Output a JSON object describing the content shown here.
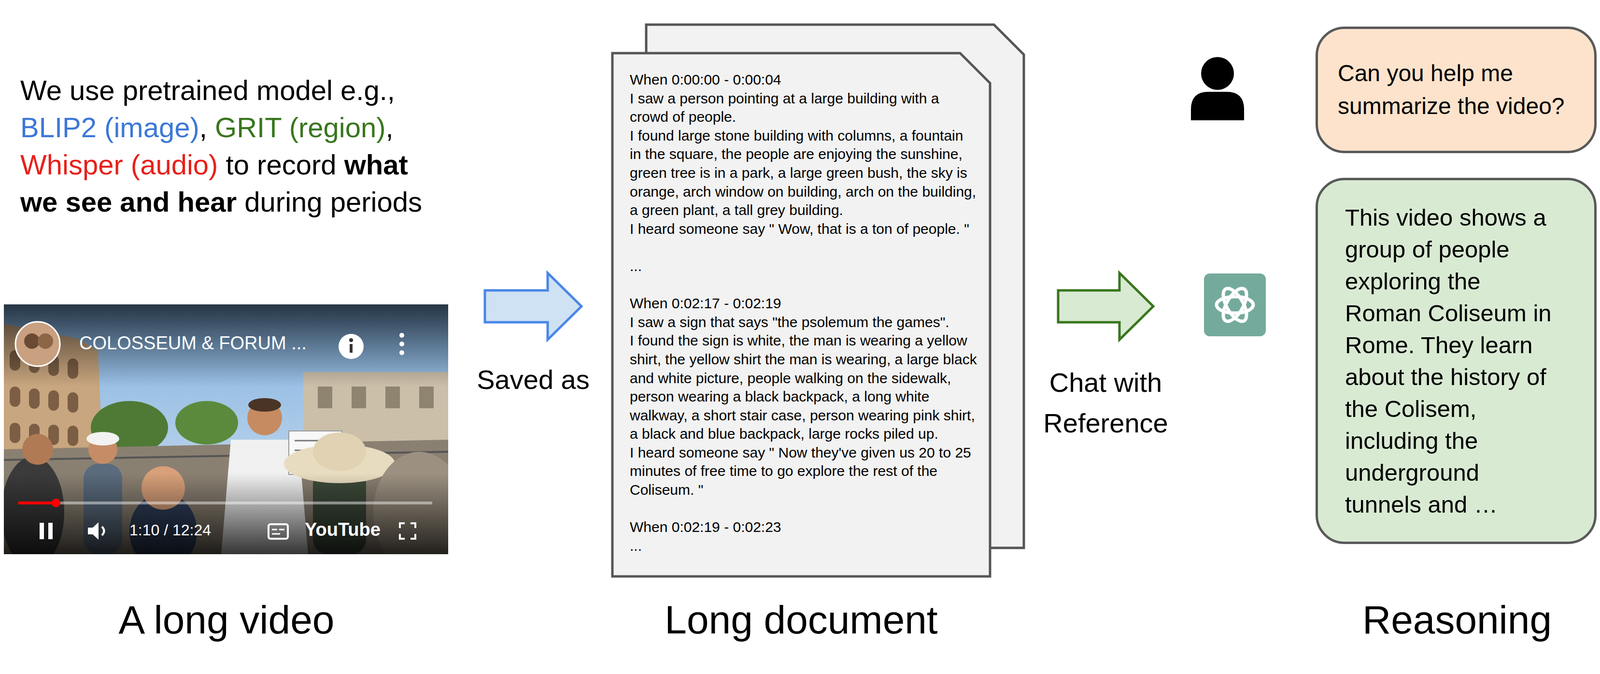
{
  "diagram": {
    "nodes": [
      {
        "text": [
          "COLOSSEUM & FORUM ...",
          "1:10 / 12:24",
          "YouTube"
        ]
      },
      {
        "text": [
          "When 0:00:00 - 0:00:04",
          "I saw a person pointing at a large building with a crowd of people.",
          "I found large stone building with columns, a fountain in the square, the people are enjoying the sunshine, green tree is in a park, a large green bush, the sky is orange, arch window on building, arch on the building, a green plant, a tall grey building.",
          "I heard someone say \" Wow, that is a ton of people. \"",
          "...",
          "When 0:02:17 - 0:02:19",
          "I saw a sign that says \"the psolemum the games\".",
          "I found the sign is white, the man is wearing a yellow shirt, the yellow shirt the man is wearing, a large black and white picture, people walking on the sidewalk, person wearing a black backpack, a long white walkway, a short stair case, person wearing pink shirt, a black and blue backpack, large rocks piled up.",
          "I heard someone say \" Now they've given us 20 to 25 minutes of free time to go explore the rest of the Coliseum. \"",
          "When 0:02:19 - 0:02:23",
          "..."
        ]
      },
      {
        "text": [
          "Can you help me summarize the video?"
        ]
      },
      {
        "text": [
          "This video shows a group of people exploring the Roman Coliseum in Rome. They learn about the history of the Colisem, including the underground tunnels and …"
        ]
      }
    ],
    "edges": [
      {
        "from": 0,
        "to": 1,
        "arrow": "to",
        "label": "Saved as"
      },
      {
        "from": 1,
        "to": 3,
        "arrow": "to",
        "label": "Chat with Reference"
      }
    ],
    "labels": [
      "We use pretrained model e.g.,",
      "BLIP2 (image)",
      ",",
      "GRIT (region)",
      ",",
      "Whisper (audio)",
      "to record",
      "what we see and hear",
      "during periods",
      "A long video",
      "Long document",
      "Reasoning"
    ]
  }
}
